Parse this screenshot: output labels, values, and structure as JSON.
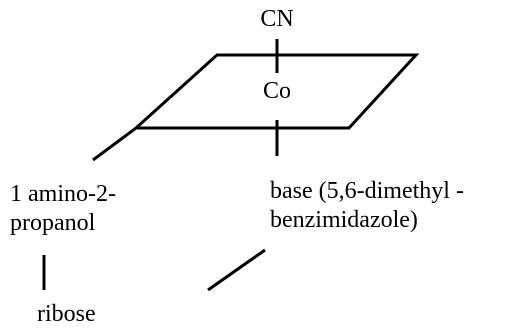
{
  "labels": {
    "cyanide": "CN",
    "cobalt": "Co",
    "amino_line1": "1 amino-2-",
    "amino_line2": "propanol",
    "base_line1": "base (5,6-dimethyl -",
    "base_line2": "benzimidazole)",
    "ribose": "ribose"
  }
}
